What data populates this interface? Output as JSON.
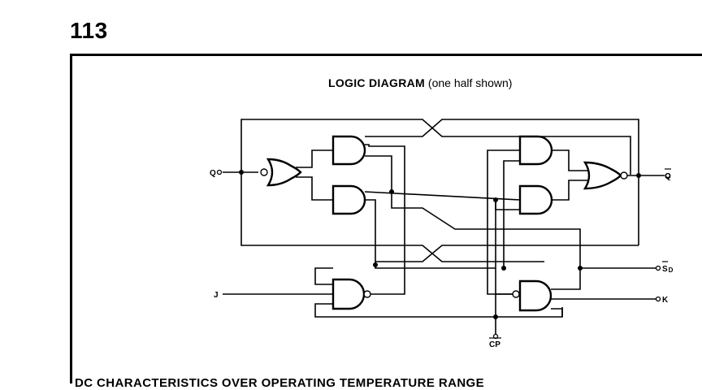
{
  "page_number": "113",
  "diagram": {
    "title_bold": "LOGIC DIAGRAM",
    "title_rest": "(one half shown)",
    "labels": {
      "q": "Q",
      "q_bar": "Q",
      "sd": "S",
      "sd_sub": "D",
      "j": "J",
      "k": "K",
      "cp": "CP"
    }
  },
  "section_heading": "DC CHARACTERISTICS OVER OPERATING TEMPERATURE RANGE"
}
